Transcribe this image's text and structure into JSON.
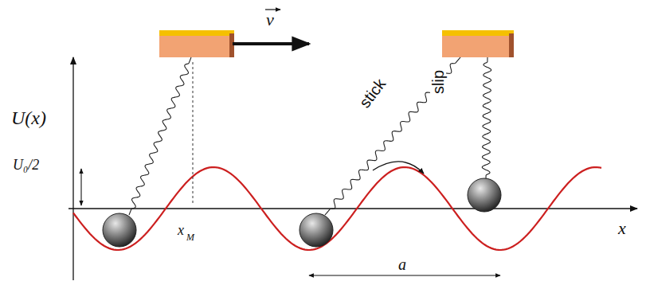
{
  "diagram": {
    "labels": [
      "U(x)",
      "U₀/2",
      "x",
      "M",
      "x",
      "stick",
      "slip",
      "a",
      "v"
    ]
  }
}
